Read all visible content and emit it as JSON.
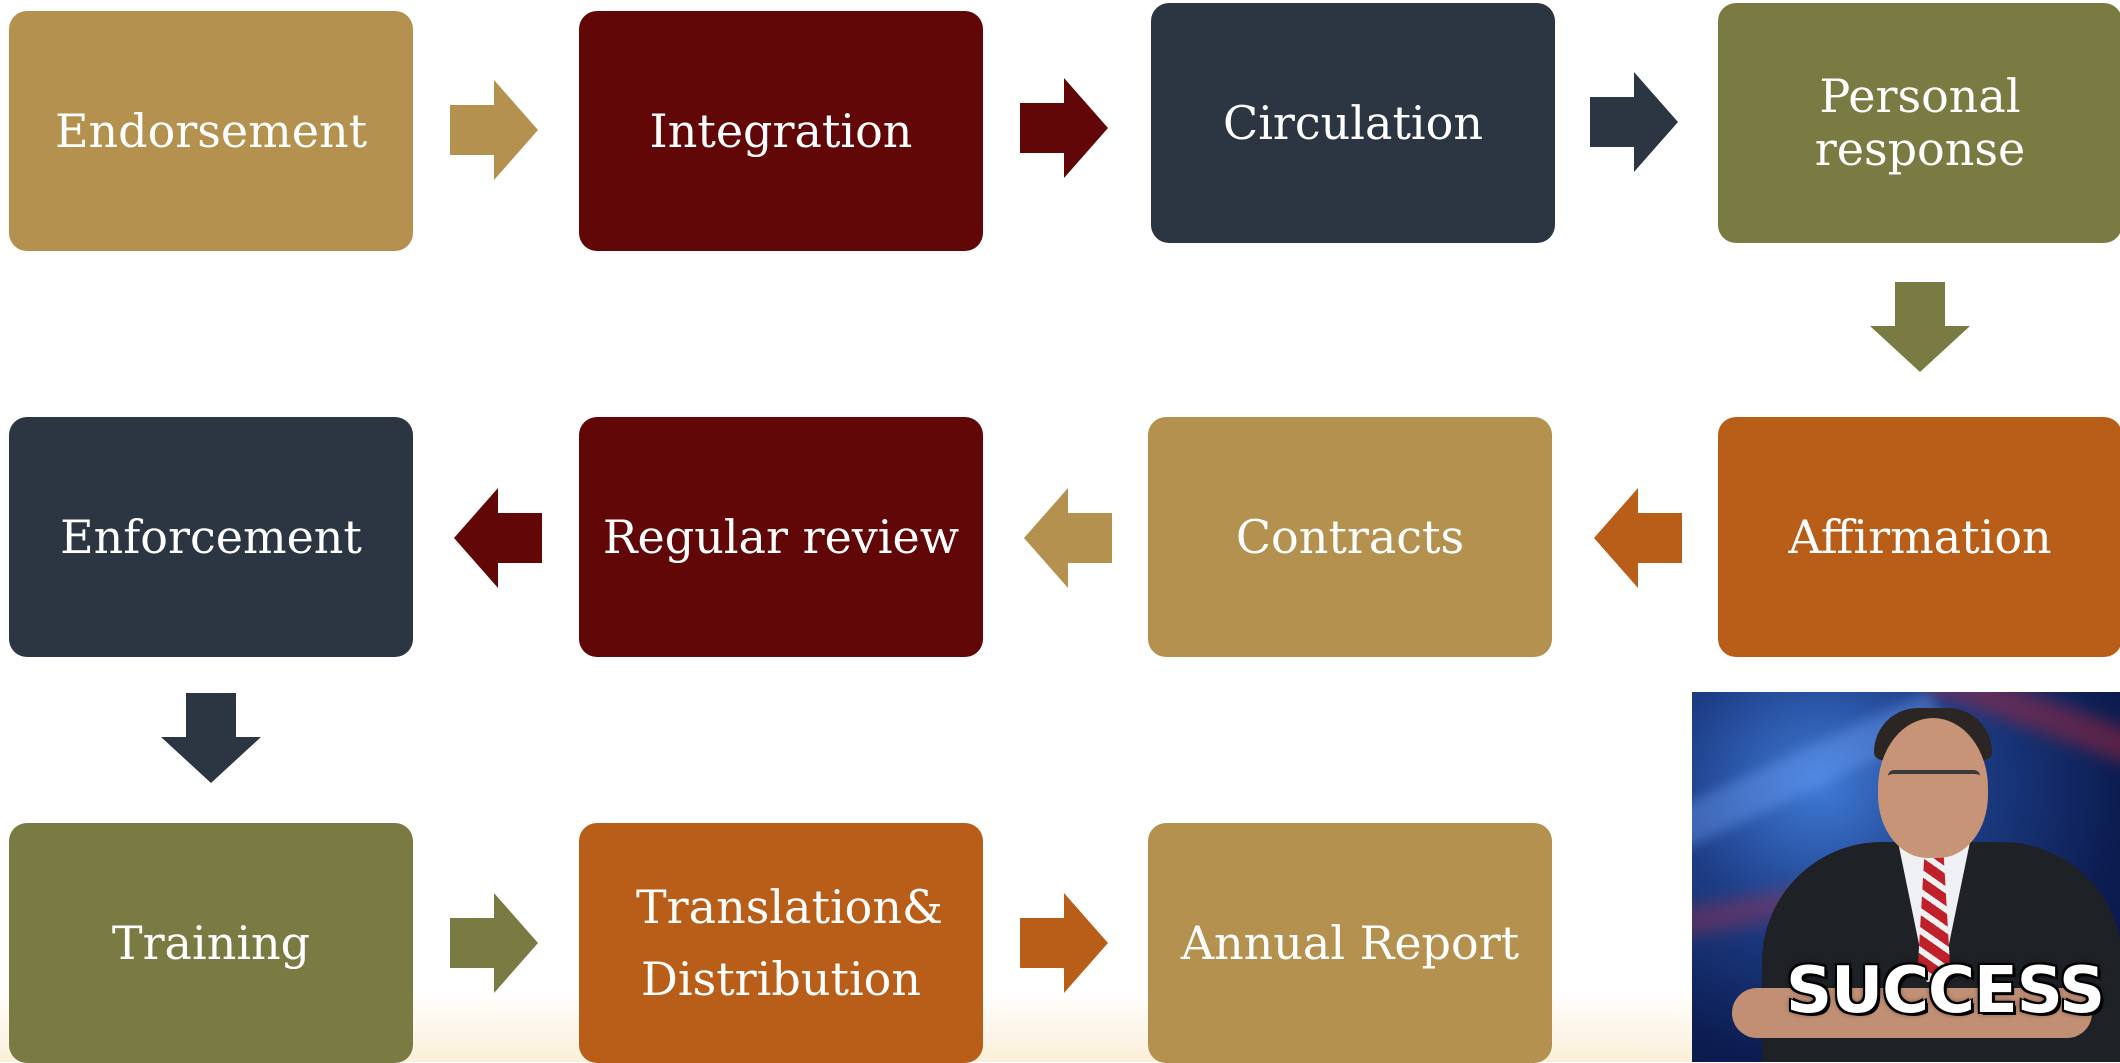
{
  "colors": {
    "gold": "#b4914f",
    "maroon": "#610708",
    "navy": "#2c3643",
    "olive": "#7a7a43",
    "orange": "#b95e18"
  },
  "steps": [
    {
      "label": "Endorsement"
    },
    {
      "label": "Integration"
    },
    {
      "label": "Circulation"
    },
    {
      "label": "Personal response"
    },
    {
      "label": "Affirmation"
    },
    {
      "label": "Contracts"
    },
    {
      "label": "Regular review"
    },
    {
      "label": "Enforcement"
    },
    {
      "label": "Training"
    },
    {
      "label": "Translation& Distribution"
    },
    {
      "label": "Annual Report"
    }
  ],
  "photo": {
    "caption": "SUCCESS"
  }
}
